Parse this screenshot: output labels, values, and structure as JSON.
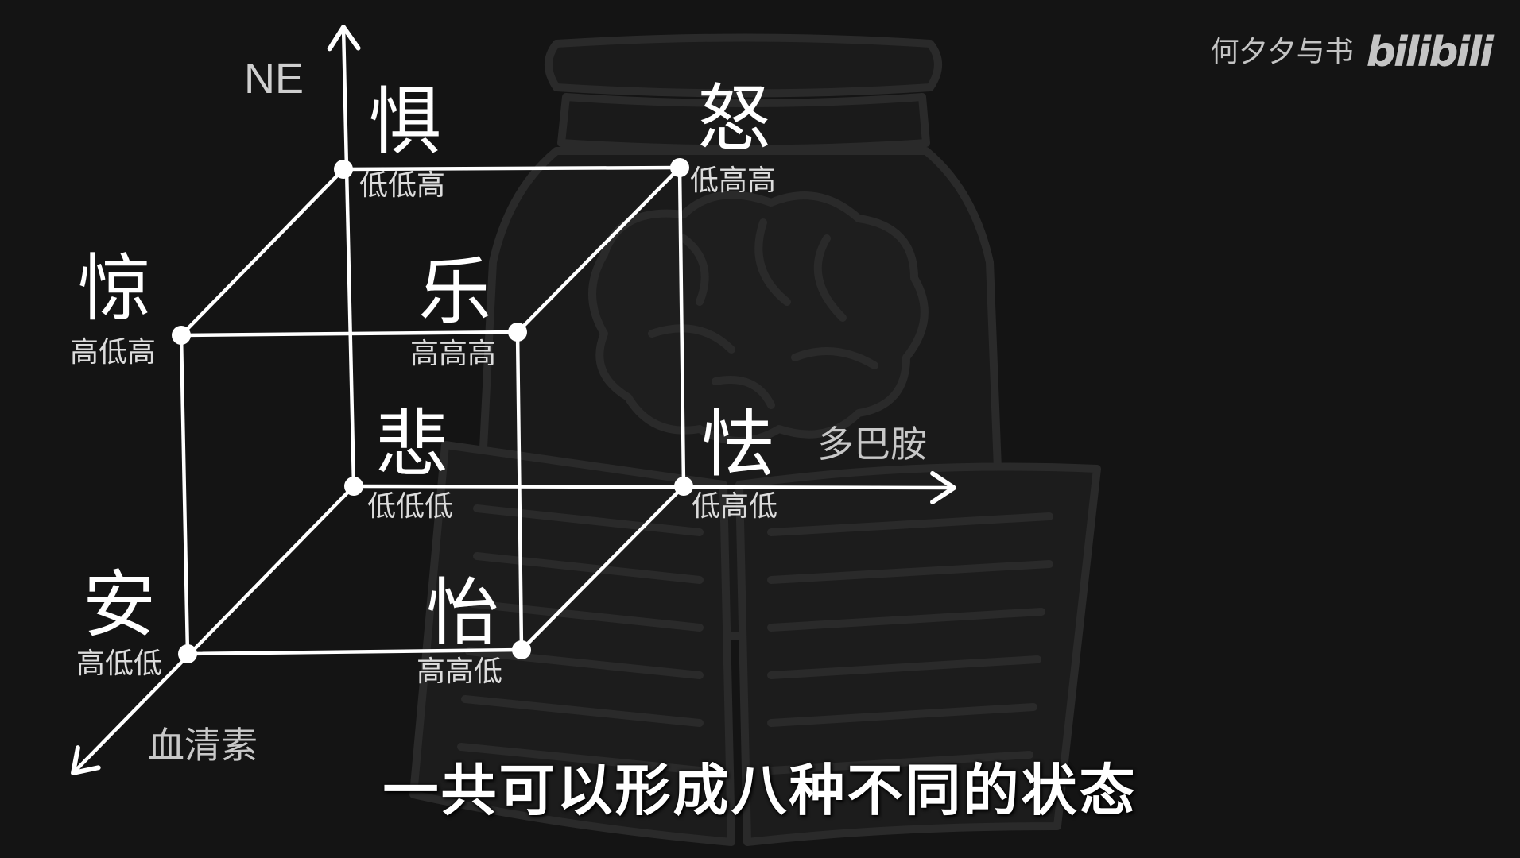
{
  "watermark": {
    "author": "何夕夕与书",
    "logo": "bilibili"
  },
  "axes": {
    "vertical": "NE",
    "horizontal": "多巴胺",
    "depth": "血清素"
  },
  "vertices": [
    {
      "id": "fear",
      "emotion": "惧",
      "code": "低低高"
    },
    {
      "id": "anger",
      "emotion": "怒",
      "code": "低高高"
    },
    {
      "id": "surprise",
      "emotion": "惊",
      "code": "高低高"
    },
    {
      "id": "joy",
      "emotion": "乐",
      "code": "高高高"
    },
    {
      "id": "sadness",
      "emotion": "悲",
      "code": "低低低"
    },
    {
      "id": "timid",
      "emotion": "怯",
      "code": "低高低"
    },
    {
      "id": "calm",
      "emotion": "安",
      "code": "高低低"
    },
    {
      "id": "pleasure",
      "emotion": "怡",
      "code": "高高低"
    }
  ],
  "subtitle": "一共可以形成八种不同的状态",
  "colors": {
    "background": "#141414",
    "line": "#ffffff",
    "text": "#ffffff",
    "muted": "#c8c8c8"
  }
}
